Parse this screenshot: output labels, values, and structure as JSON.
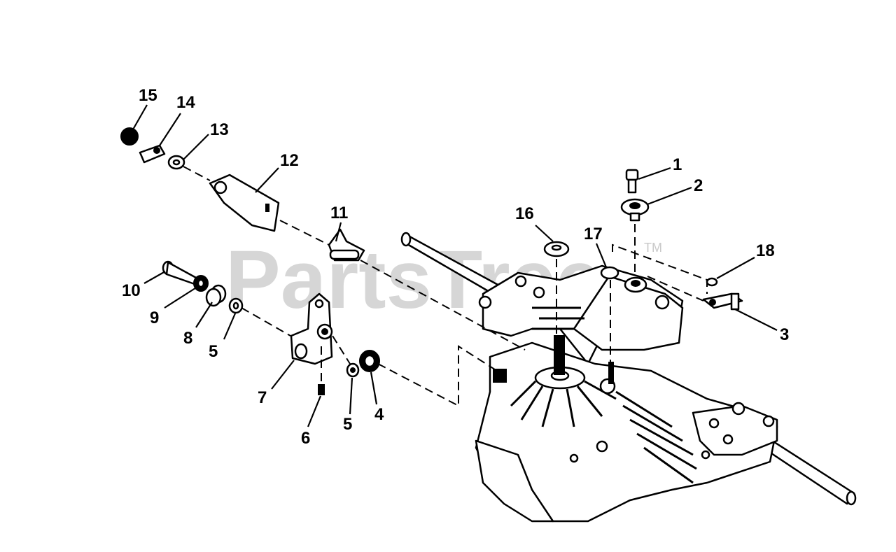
{
  "watermark": {
    "text": "PartsTree",
    "trademark": "TM",
    "color": "#c9c9c9"
  },
  "callouts": [
    {
      "id": "1",
      "label": "1"
    },
    {
      "id": "2",
      "label": "2"
    },
    {
      "id": "3",
      "label": "3"
    },
    {
      "id": "4",
      "label": "4"
    },
    {
      "id": "5a",
      "label": "5"
    },
    {
      "id": "5b",
      "label": "5"
    },
    {
      "id": "6",
      "label": "6"
    },
    {
      "id": "7",
      "label": "7"
    },
    {
      "id": "8",
      "label": "8"
    },
    {
      "id": "9",
      "label": "9"
    },
    {
      "id": "10",
      "label": "10"
    },
    {
      "id": "11",
      "label": "11"
    },
    {
      "id": "12",
      "label": "12"
    },
    {
      "id": "13",
      "label": "13"
    },
    {
      "id": "14",
      "label": "14"
    },
    {
      "id": "15",
      "label": "15"
    },
    {
      "id": "16",
      "label": "16"
    },
    {
      "id": "17",
      "label": "17"
    },
    {
      "id": "18",
      "label": "18"
    }
  ],
  "colors": {
    "line": "#000000",
    "background": "#ffffff"
  }
}
